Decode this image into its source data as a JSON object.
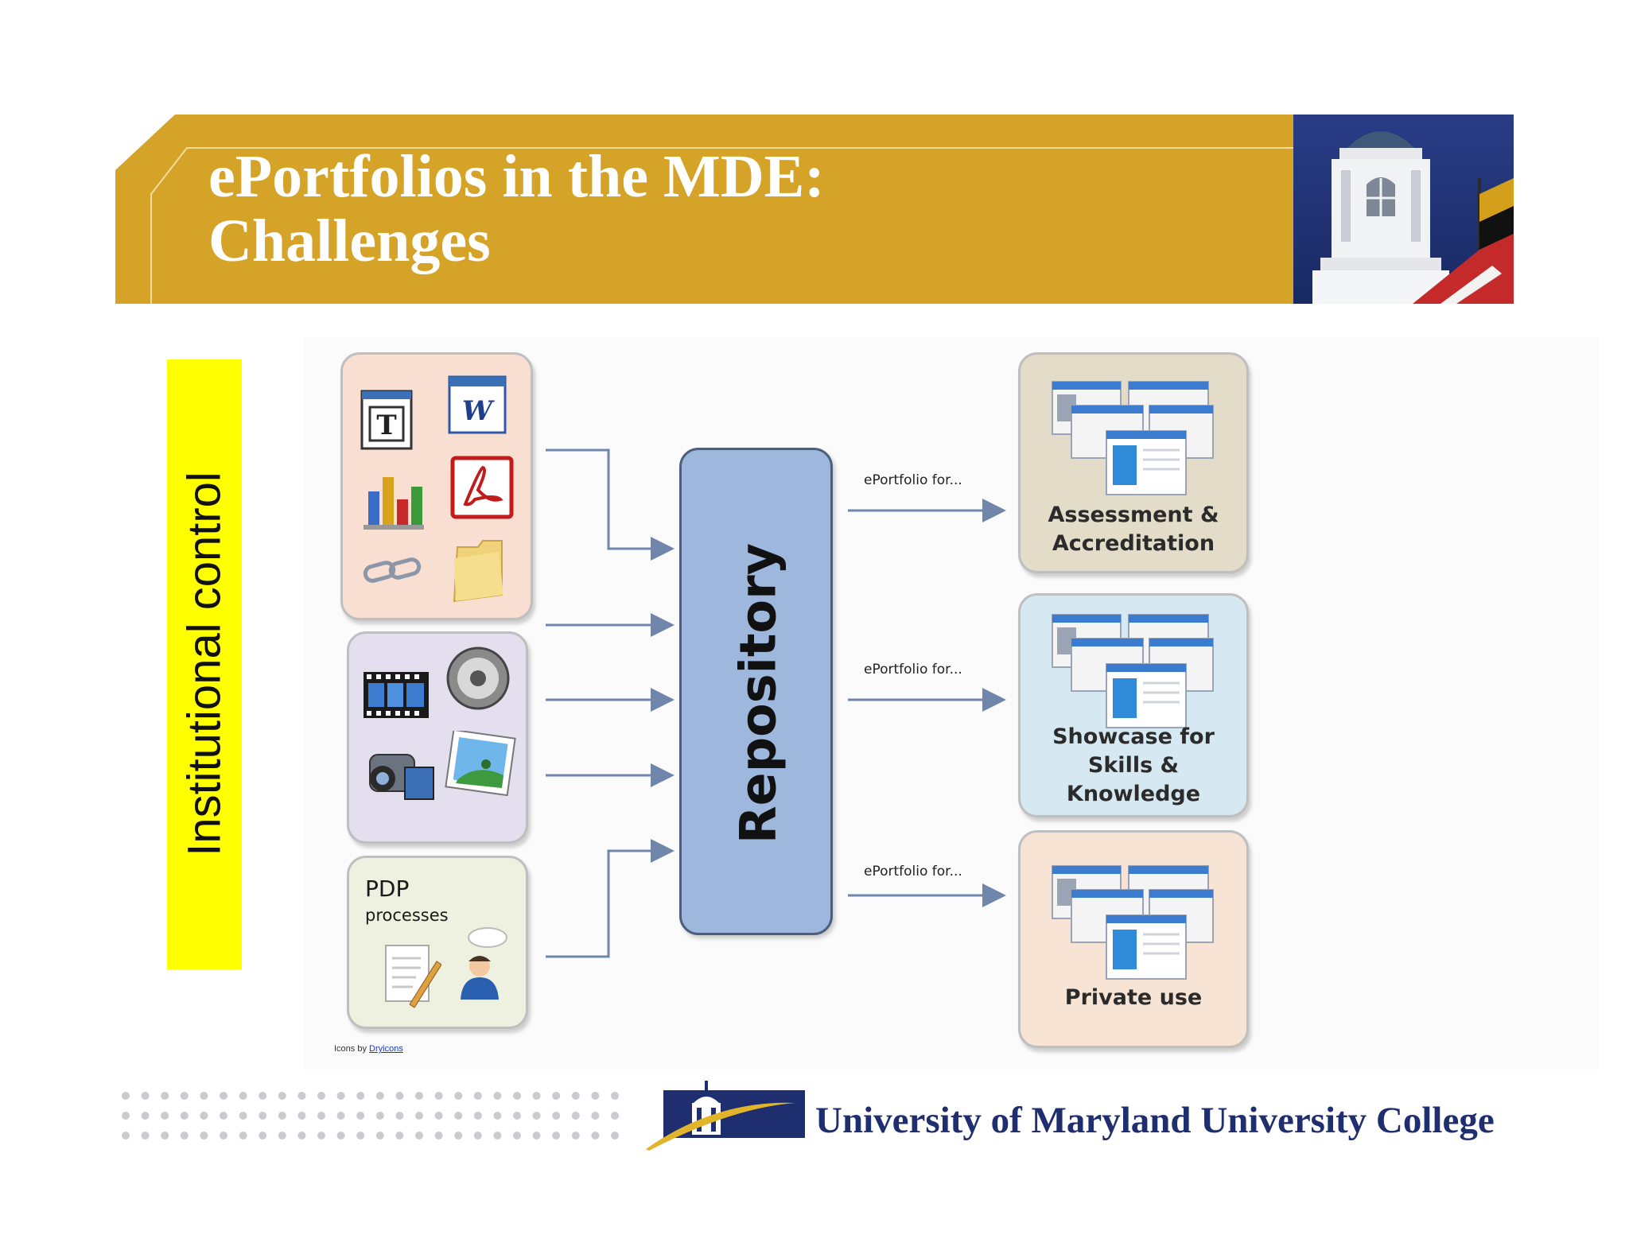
{
  "slide": {
    "title_line1": "ePortfolios in the MDE:",
    "title_line2": "Challenges",
    "side_label": "Institutional control",
    "footer_institution": "University of Maryland University College",
    "colors": {
      "banner_gold": "#d5a327",
      "side_yellow": "#ffff00",
      "repository_blue": "#9db8dc",
      "navy": "#1f2e6e"
    }
  },
  "diagram": {
    "repository_label": "Repository",
    "inputs": [
      {
        "name": "documents",
        "icons": [
          "text-doc-icon",
          "word-doc-icon",
          "bar-chart-icon",
          "pdf-icon",
          "chain-link-icon",
          "folder-icon"
        ]
      },
      {
        "name": "media",
        "icons": [
          "film-strip-icon",
          "speaker-icon",
          "video-camera-icon",
          "picture-icon"
        ]
      },
      {
        "name": "pdp",
        "label": "PDP",
        "sublabel": "processes",
        "icons": [
          "form-pencil-icon",
          "person-thinking-icon"
        ]
      }
    ],
    "outputs": [
      {
        "prefix": "ePortfolio for...",
        "label_lines": [
          "Assessment &",
          "Accreditation"
        ]
      },
      {
        "prefix": "ePortfolio for...",
        "label_lines": [
          "Showcase for",
          "Skills &",
          "Knowledge"
        ]
      },
      {
        "prefix": "ePortfolio for...",
        "label_lines": [
          "Private use"
        ]
      }
    ],
    "credit_text": "Icons by",
    "credit_link": "Dryicons"
  }
}
